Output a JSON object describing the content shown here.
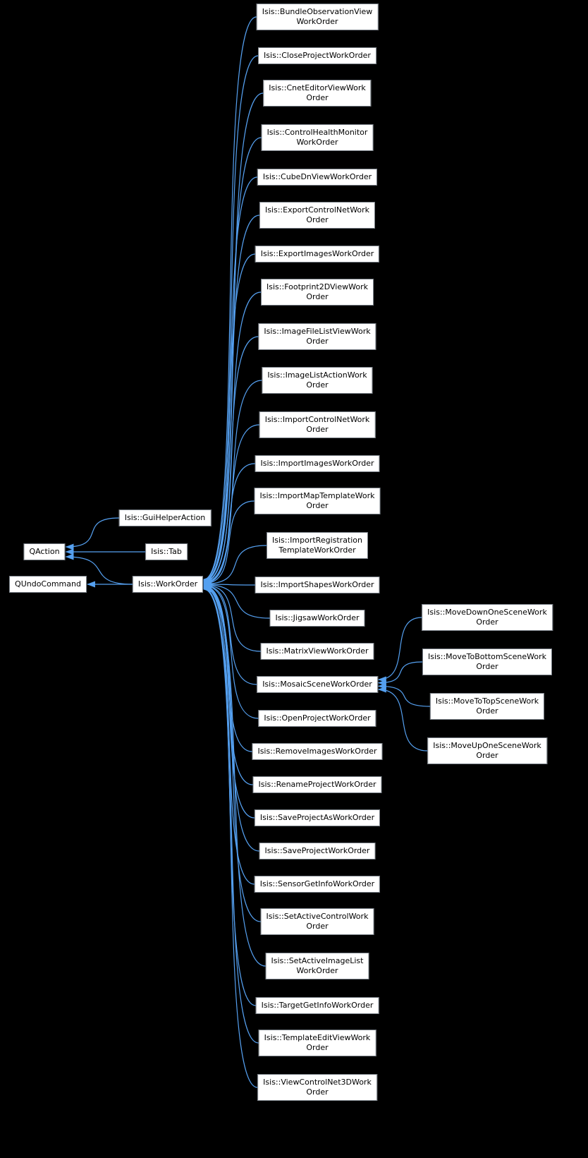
{
  "diagram": {
    "background": "#000000",
    "node_fill": "#ffffff",
    "node_text_color": "#000000",
    "node_border_color": "#777e86",
    "edge_color": "#55a0f0",
    "nodes": [
      {
        "id": "n-qaction",
        "label": "QAction"
      },
      {
        "id": "n-qundocommand",
        "label": "QUndoCommand"
      },
      {
        "id": "n-guihelperaction",
        "label": "Isis::GuiHelperAction"
      },
      {
        "id": "n-tab",
        "label": "Isis::Tab"
      },
      {
        "id": "n-workorder",
        "label": "Isis::WorkOrder"
      },
      {
        "id": "n-bundleobservationview",
        "label": "Isis::BundleObservationView\nWorkOrder"
      },
      {
        "id": "n-closeproject",
        "label": "Isis::CloseProjectWorkOrder"
      },
      {
        "id": "n-cneteditorview",
        "label": "Isis::CnetEditorViewWork\nOrder"
      },
      {
        "id": "n-controlhealthmonitor",
        "label": "Isis::ControlHealthMonitor\nWorkOrder"
      },
      {
        "id": "n-cubednview",
        "label": "Isis::CubeDnViewWorkOrder"
      },
      {
        "id": "n-exportcontrolnet",
        "label": "Isis::ExportControlNetWork\nOrder"
      },
      {
        "id": "n-exportimages",
        "label": "Isis::ExportImagesWorkOrder"
      },
      {
        "id": "n-footprint2dview",
        "label": "Isis::Footprint2DViewWork\nOrder"
      },
      {
        "id": "n-imagefilelistview",
        "label": "Isis::ImageFileListViewWork\nOrder"
      },
      {
        "id": "n-imagelistaction",
        "label": "Isis::ImageListActionWork\nOrder"
      },
      {
        "id": "n-importcontrolnet",
        "label": "Isis::ImportControlNetWork\nOrder"
      },
      {
        "id": "n-importimages",
        "label": "Isis::ImportImagesWorkOrder"
      },
      {
        "id": "n-importmaptemplate",
        "label": "Isis::ImportMapTemplateWork\nOrder"
      },
      {
        "id": "n-importregistrationtemplate",
        "label": "Isis::ImportRegistration\nTemplateWorkOrder"
      },
      {
        "id": "n-importshapes",
        "label": "Isis::ImportShapesWorkOrder"
      },
      {
        "id": "n-jigsaw",
        "label": "Isis::JigsawWorkOrder"
      },
      {
        "id": "n-matrixview",
        "label": "Isis::MatrixViewWorkOrder"
      },
      {
        "id": "n-mosaicscene",
        "label": "Isis::MosaicSceneWorkOrder"
      },
      {
        "id": "n-openproject",
        "label": "Isis::OpenProjectWorkOrder"
      },
      {
        "id": "n-removeimages",
        "label": "Isis::RemoveImagesWorkOrder"
      },
      {
        "id": "n-renameproject",
        "label": "Isis::RenameProjectWorkOrder"
      },
      {
        "id": "n-saveprojectas",
        "label": "Isis::SaveProjectAsWorkOrder"
      },
      {
        "id": "n-saveproject",
        "label": "Isis::SaveProjectWorkOrder"
      },
      {
        "id": "n-sensorgetinfo",
        "label": "Isis::SensorGetInfoWorkOrder"
      },
      {
        "id": "n-setactivecontrol",
        "label": "Isis::SetActiveControlWork\nOrder"
      },
      {
        "id": "n-setactiveimagelist",
        "label": "Isis::SetActiveImageList\nWorkOrder"
      },
      {
        "id": "n-targetgetinfo",
        "label": "Isis::TargetGetInfoWorkOrder"
      },
      {
        "id": "n-templateeditview",
        "label": "Isis::TemplateEditViewWork\nOrder"
      },
      {
        "id": "n-viewcontrolnet3d",
        "label": "Isis::ViewControlNet3DWork\nOrder"
      },
      {
        "id": "n-movedownonescene",
        "label": "Isis::MoveDownOneSceneWork\nOrder"
      },
      {
        "id": "n-movetobottomscene",
        "label": "Isis::MoveToBottomSceneWork\nOrder"
      },
      {
        "id": "n-movetotopscene",
        "label": "Isis::MoveToTopSceneWork\nOrder"
      },
      {
        "id": "n-moveuponescene",
        "label": "Isis::MoveUpOneSceneWork\nOrder"
      }
    ],
    "edges": [
      {
        "from": "n-guihelperaction",
        "to": "n-qaction"
      },
      {
        "from": "n-tab",
        "to": "n-qaction"
      },
      {
        "from": "n-workorder",
        "to": "n-qaction"
      },
      {
        "from": "n-workorder",
        "to": "n-qundocommand"
      },
      {
        "from": "n-bundleobservationview",
        "to": "n-workorder"
      },
      {
        "from": "n-closeproject",
        "to": "n-workorder"
      },
      {
        "from": "n-cneteditorview",
        "to": "n-workorder"
      },
      {
        "from": "n-controlhealthmonitor",
        "to": "n-workorder"
      },
      {
        "from": "n-cubednview",
        "to": "n-workorder"
      },
      {
        "from": "n-exportcontrolnet",
        "to": "n-workorder"
      },
      {
        "from": "n-exportimages",
        "to": "n-workorder"
      },
      {
        "from": "n-footprint2dview",
        "to": "n-workorder"
      },
      {
        "from": "n-imagefilelistview",
        "to": "n-workorder"
      },
      {
        "from": "n-imagelistaction",
        "to": "n-workorder"
      },
      {
        "from": "n-importcontrolnet",
        "to": "n-workorder"
      },
      {
        "from": "n-importimages",
        "to": "n-workorder"
      },
      {
        "from": "n-importmaptemplate",
        "to": "n-workorder"
      },
      {
        "from": "n-importregistrationtemplate",
        "to": "n-workorder"
      },
      {
        "from": "n-importshapes",
        "to": "n-workorder"
      },
      {
        "from": "n-jigsaw",
        "to": "n-workorder"
      },
      {
        "from": "n-matrixview",
        "to": "n-workorder"
      },
      {
        "from": "n-mosaicscene",
        "to": "n-workorder"
      },
      {
        "from": "n-openproject",
        "to": "n-workorder"
      },
      {
        "from": "n-removeimages",
        "to": "n-workorder"
      },
      {
        "from": "n-renameproject",
        "to": "n-workorder"
      },
      {
        "from": "n-saveprojectas",
        "to": "n-workorder"
      },
      {
        "from": "n-saveproject",
        "to": "n-workorder"
      },
      {
        "from": "n-sensorgetinfo",
        "to": "n-workorder"
      },
      {
        "from": "n-setactivecontrol",
        "to": "n-workorder"
      },
      {
        "from": "n-setactiveimagelist",
        "to": "n-workorder"
      },
      {
        "from": "n-targetgetinfo",
        "to": "n-workorder"
      },
      {
        "from": "n-templateeditview",
        "to": "n-workorder"
      },
      {
        "from": "n-viewcontrolnet3d",
        "to": "n-workorder"
      },
      {
        "from": "n-movedownonescene",
        "to": "n-mosaicscene"
      },
      {
        "from": "n-movetobottomscene",
        "to": "n-mosaicscene"
      },
      {
        "from": "n-movetotopscene",
        "to": "n-mosaicscene"
      },
      {
        "from": "n-moveuponescene",
        "to": "n-mosaicscene"
      }
    ]
  }
}
